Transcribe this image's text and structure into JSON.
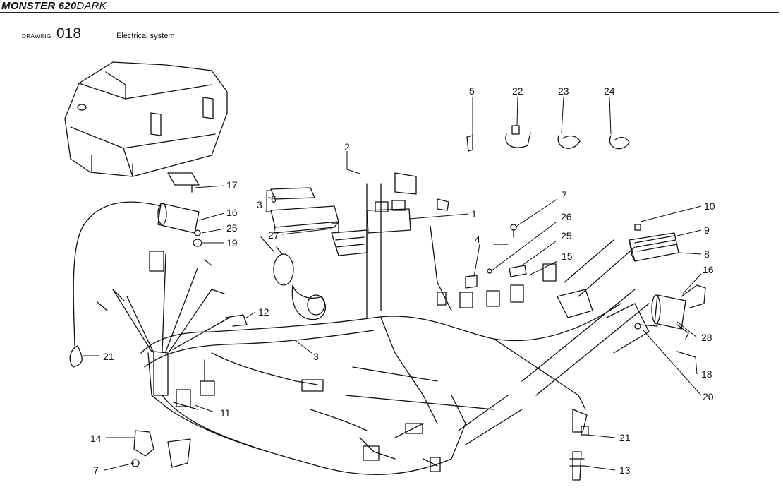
{
  "header": {
    "model": "MONSTER 620",
    "variant": "DARK",
    "drawing_label": "DRAWING",
    "drawing_number": "018",
    "title": "Electrical system"
  },
  "callouts": {
    "c5": "5",
    "c22": "22",
    "c23": "23",
    "c24": "24",
    "c2": "2",
    "c17": "17",
    "c16a": "16",
    "c25a": "25",
    "c19": "19",
    "c6": "6",
    "c3a": "3",
    "c27": "27",
    "c1": "1",
    "c7a": "7",
    "c26": "26",
    "c25b": "25",
    "c4": "4",
    "c15": "15",
    "c10": "10",
    "c9": "9",
    "c8": "8",
    "c16b": "16",
    "c28": "28",
    "c18": "18",
    "c20": "20",
    "c12": "12",
    "c3b": "3",
    "c21a": "21",
    "c11": "11",
    "c14": "14",
    "c7b": "7",
    "c21b": "21",
    "c13": "13"
  }
}
